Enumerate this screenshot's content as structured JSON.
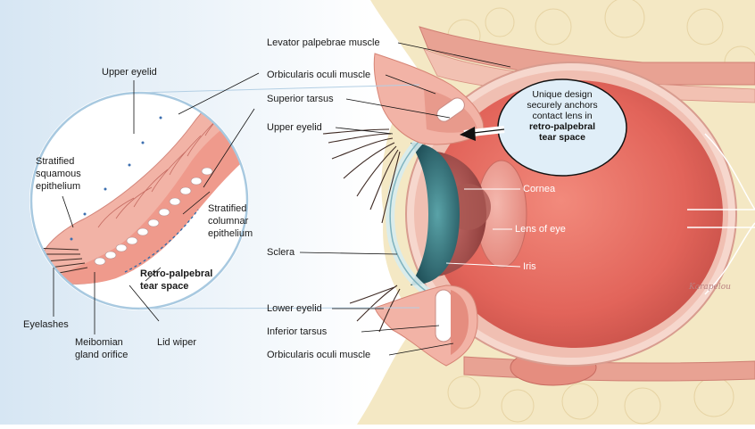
{
  "inset_labels": {
    "upper_eyelid": "Upper eyelid",
    "stratified_squamous": [
      "Stratified",
      "squamous",
      "epithelium"
    ],
    "stratified_columnar": [
      "Stratified",
      "columnar",
      "epithelium"
    ],
    "retro_palpebral": [
      "Retro-palpebral",
      "tear space"
    ],
    "eyelashes": "Eyelashes",
    "meibomian": [
      "Meibomian",
      "gland orifice"
    ],
    "lid_wiper": "Lid wiper"
  },
  "main_labels": {
    "levator": "Levator palpebrae muscle",
    "orbicularis_top": "Orbicularis oculi muscle",
    "superior_tarsus": "Superior tarsus",
    "upper_eyelid": "Upper eyelid",
    "sclera": "Sclera",
    "lower_eyelid": "Lower eyelid",
    "inferior_tarsus": "Inferior tarsus",
    "orbicularis_bottom": "Orbicularis oculi muscle",
    "cornea": "Cornea",
    "lens": "Lens of eye",
    "iris": "Iris"
  },
  "callout": {
    "lines": [
      "Unique design",
      "securely anchors",
      "contact lens in"
    ],
    "bold_lines": [
      "retro-palpebral",
      "tear space"
    ]
  },
  "signature": "Karapelou",
  "colors": {
    "skin": "#f0a89c",
    "muscle": "#e8a293",
    "eye_interior": "#e5685d",
    "fat": "#f4e8c4",
    "callout_bg": "#e0eef8",
    "iris": "#2e6c73"
  }
}
